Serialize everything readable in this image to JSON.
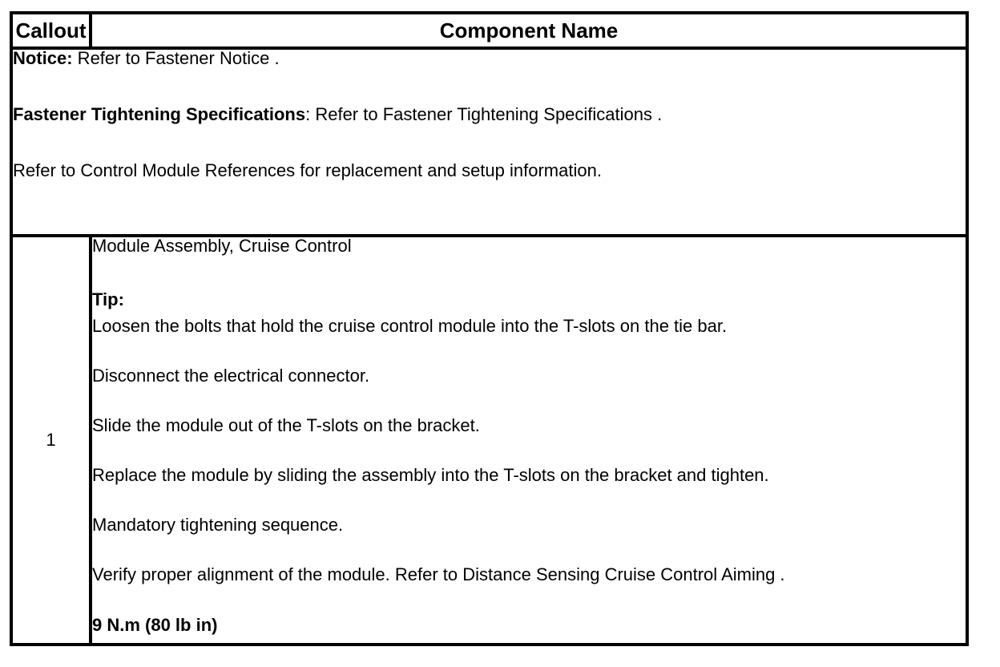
{
  "table": {
    "header": {
      "callout_label": "Callout",
      "component_label": "Component Name"
    },
    "notice": {
      "p1_bold": "Notice:",
      "p1_text": " Refer to Fastener Notice .",
      "p2_bold": "Fastener Tightening Specifications",
      "p2_text": ": Refer to Fastener Tightening Specifications .",
      "p3_text": "Refer to Control Module References for replacement and setup information."
    },
    "rows": [
      {
        "callout": "1",
        "component": "Module Assembly, Cruise Control",
        "tip_label": "Tip:",
        "tips": [
          "Loosen the bolts that hold the cruise control module into the T-slots on the tie bar.",
          "Disconnect the electrical connector.",
          "Slide the module out of the T-slots on the bracket.",
          "Replace the module by sliding the assembly into the T-slots on the bracket and tighten.",
          "Mandatory tightening sequence.",
          "Verify proper alignment of the module. Refer to Distance Sensing Cruise Control Aiming ."
        ],
        "torque": "9 N.m (80 lb in)"
      }
    ],
    "colors": {
      "border": "#000000",
      "background": "#ffffff",
      "text": "#000000"
    }
  }
}
